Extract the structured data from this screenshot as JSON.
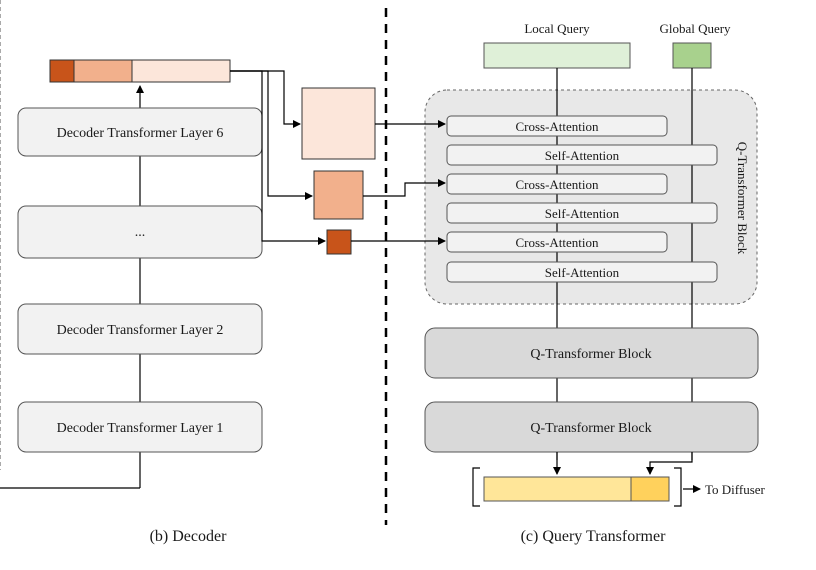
{
  "decoder": {
    "layers": [
      "Decoder Transformer Layer 6",
      "...",
      "Decoder Transformer Layer 2",
      "Decoder Transformer Layer 1"
    ],
    "caption": "(b) Decoder"
  },
  "query_transformer": {
    "local_query_label": "Local Query",
    "global_query_label": "Global Query",
    "cross_attention_label": "Cross-Attention",
    "self_attention_label": "Self-Attention",
    "block_label": "Q-Transformer Block",
    "output_label": "To Diffuser",
    "caption": "(c) Query Transformer"
  },
  "colors": {
    "dark_orange": "#c8541a",
    "mid_orange": "#f2b08c",
    "light_orange": "#fce6da",
    "local_query_green": "#dff0d8",
    "global_query_green": "#a8d18d",
    "output_light": "#ffe699",
    "output_dark": "#ffd15c",
    "block_gray": "#d9d9d9",
    "layer_gray": "#f2f2f2",
    "dashed_region": "#e8e8e8"
  }
}
